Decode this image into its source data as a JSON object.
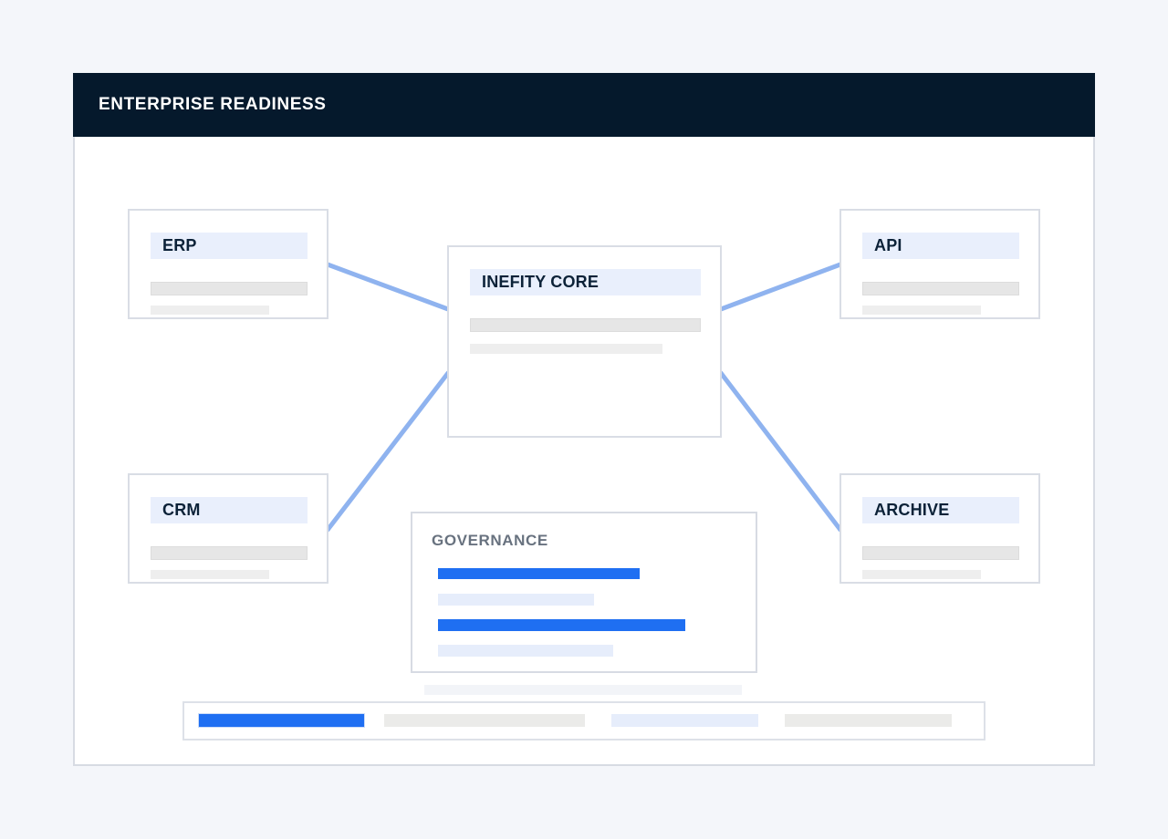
{
  "header": {
    "title": "ENTERPRISE READINESS"
  },
  "nodes": {
    "erp": {
      "label": "ERP"
    },
    "api": {
      "label": "API"
    },
    "core": {
      "label": "INEFITY CORE"
    },
    "crm": {
      "label": "CRM"
    },
    "archive": {
      "label": "ARCHIVE"
    }
  },
  "governance": {
    "title": "GOVERNANCE"
  },
  "connections": [
    {
      "from": "erp",
      "to": "core"
    },
    {
      "from": "api",
      "to": "core"
    },
    {
      "from": "crm",
      "to": "core"
    },
    {
      "from": "archive",
      "to": "core"
    }
  ],
  "colors": {
    "page_bg": "#f4f6fa",
    "header_bg": "#05192c",
    "header_text": "#ffffff",
    "panel_bg": "#ffffff",
    "panel_border": "#d7dbe3",
    "node_border": "#d9dde5",
    "node_title_bg": "#e9effc",
    "node_title_text": "#0c2238",
    "placeholder_gray": "#e6e6e6",
    "placeholder_gray_light": "#eeeeee",
    "accent_blue": "#1f6ff2",
    "accent_blue_light": "#e6edfb",
    "connector": "#8fb3ef",
    "governance_title_text": "#68727f"
  }
}
